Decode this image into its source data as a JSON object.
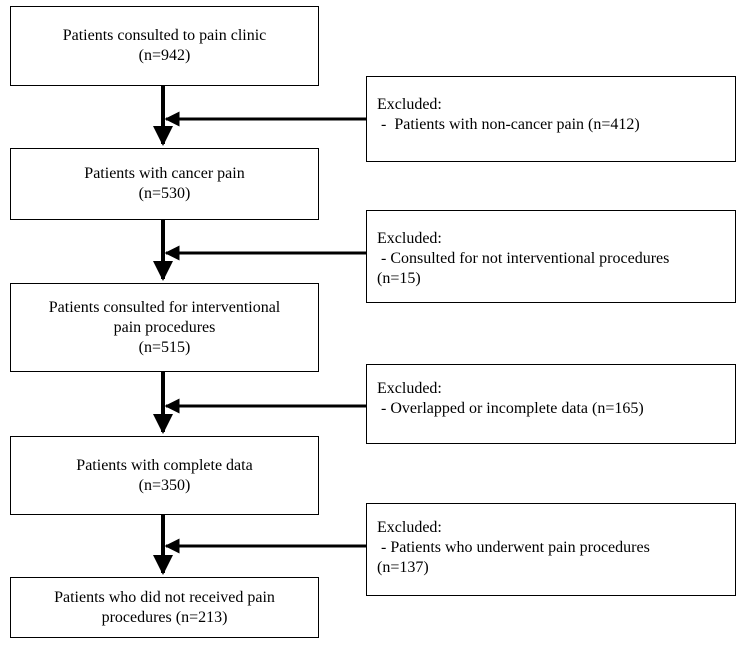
{
  "flow": {
    "boxes": [
      {
        "lines": [
          "Patients consulted to pain clinic",
          "(n=942)"
        ]
      },
      {
        "lines": [
          "Patients with cancer pain",
          "(n=530)"
        ]
      },
      {
        "lines": [
          "Patients consulted for interventional",
          "pain procedures",
          "(n=515)"
        ]
      },
      {
        "lines": [
          "Patients with complete data",
          "(n=350)"
        ]
      },
      {
        "lines": [
          "Patients who did not received pain",
          "procedures (n=213)"
        ]
      }
    ],
    "exclusions": [
      {
        "title": "Excluded:",
        "lines": [
          " -  Patients with non-cancer pain (n=412)"
        ]
      },
      {
        "title": "Excluded:",
        "lines": [
          " - Consulted for not interventional procedures",
          "(n=15)"
        ]
      },
      {
        "title": "Excluded:",
        "lines": [
          " - Overlapped or incomplete data (n=165)"
        ]
      },
      {
        "title": "Excluded:",
        "lines": [
          " - Patients who underwent pain procedures",
          "(n=137)"
        ]
      }
    ]
  }
}
